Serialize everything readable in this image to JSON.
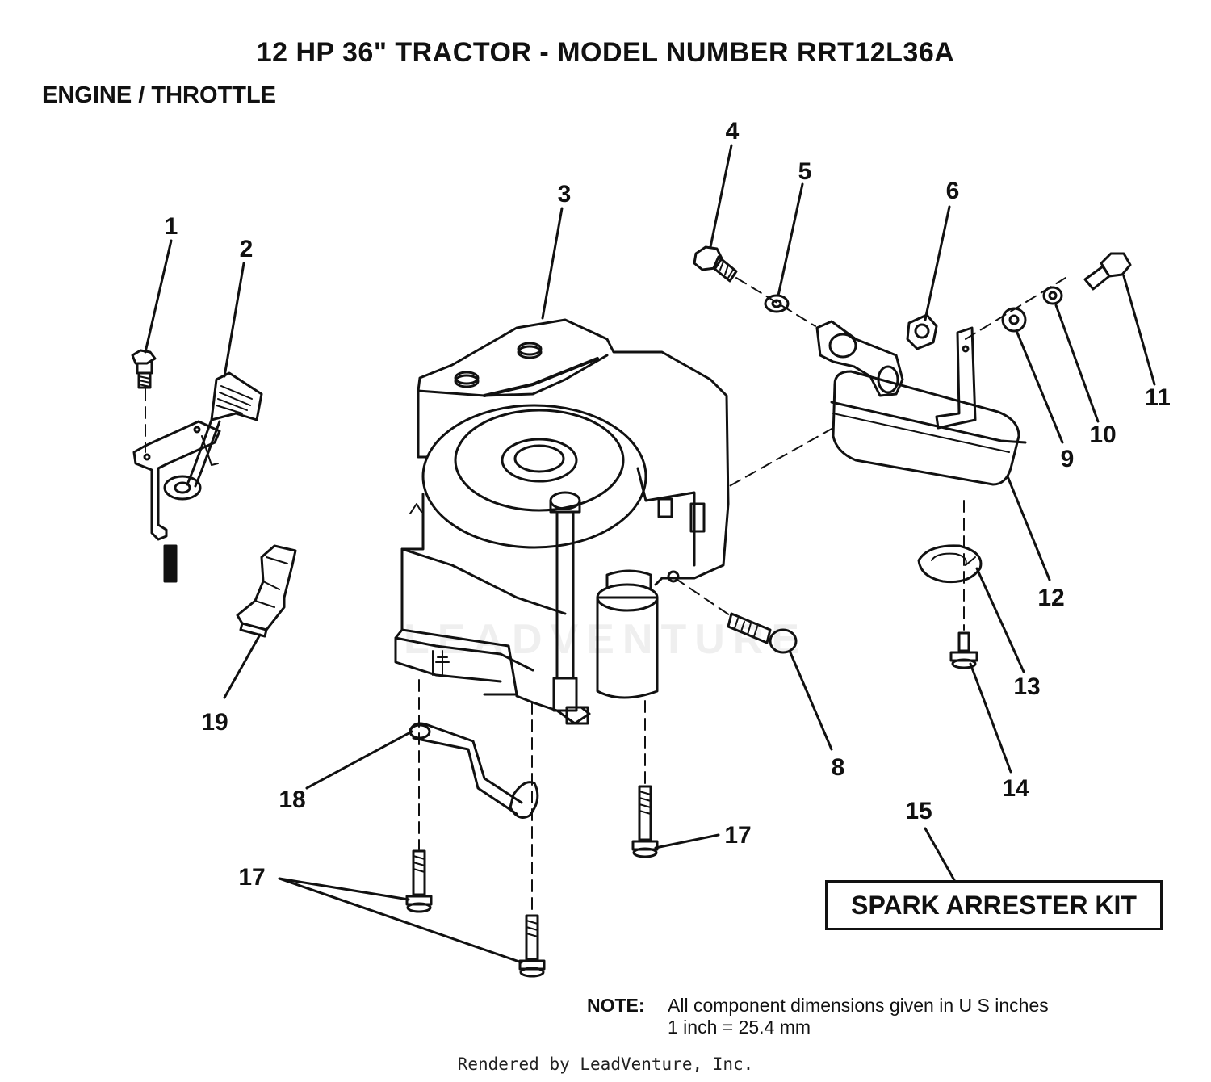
{
  "header": {
    "title": "12 HP 36\" TRACTOR  - MODEL NUMBER RRT12L36A",
    "section": "ENGINE / THROTTLE"
  },
  "callouts": {
    "c1": "1",
    "c2": "2",
    "c3": "3",
    "c4": "4",
    "c5": "5",
    "c6": "6",
    "c8": "8",
    "c9": "9",
    "c10": "10",
    "c11": "11",
    "c12": "12",
    "c13": "13",
    "c14": "14",
    "c15": "15",
    "c17a": "17",
    "c17b": "17",
    "c18": "18",
    "c19": "19"
  },
  "kit": {
    "label": "SPARK ARRESTER KIT"
  },
  "note": {
    "label": "NOTE:",
    "line1": "All component dimensions given in U S  inches",
    "line2": "1 inch = 25.4 mm"
  },
  "watermark": "LEADVENTURE",
  "footer": "Rendered by LeadVenture, Inc."
}
